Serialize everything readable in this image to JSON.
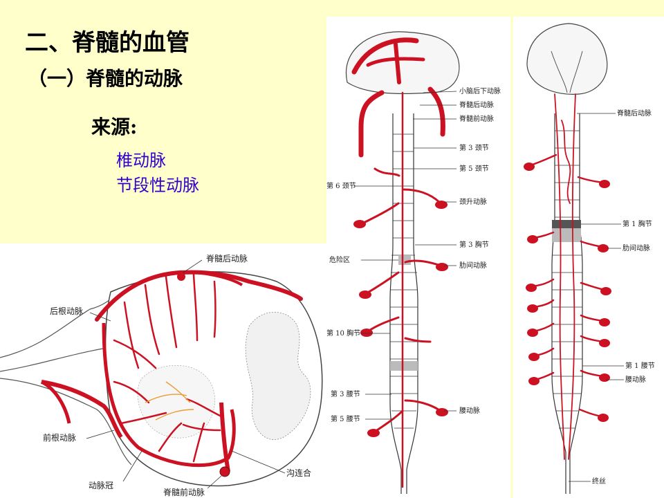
{
  "slide": {
    "title": "二、脊髓的血管",
    "subtitle": "（一）脊髓的动脉",
    "source_label": "来源:",
    "sources": [
      "椎动脉",
      "节段性动脉"
    ]
  },
  "cross_section": {
    "labels": {
      "posterior_spinal": "脊髓后动脉",
      "posterior_root": "后根动脉",
      "anterior_root": "前根动脉",
      "vasocorona": "动脉冠",
      "anterior_spinal": "脊髓前动脉",
      "sulcal": "沟连合"
    }
  },
  "anterior_view": {
    "labels": {
      "pica": "小脑后下动脉",
      "posterior_spinal": "脊髓后动脉",
      "anterior_spinal": "脊髓前动脉",
      "c3": "第 3 颈节",
      "c5": "第 5 颈节",
      "c6": "第 6 颈节",
      "ascending_cervical": "颈升动脉",
      "t3": "第 3 胸节",
      "danger_zone": "危险区",
      "intercostal": "肋间动脉",
      "t10": "第 10 胸节",
      "l3": "第 3 腰节",
      "l5": "第 5 腰节",
      "lumbar": "腰动脉"
    }
  },
  "posterior_view": {
    "labels": {
      "posterior_spinal": "脊髓后动脉",
      "t1": "第 1 胸节",
      "intercostal": "肋间动脉",
      "l1": "第 1 腰节",
      "lumbar": "腰动脉",
      "filum": "终丝"
    }
  }
}
